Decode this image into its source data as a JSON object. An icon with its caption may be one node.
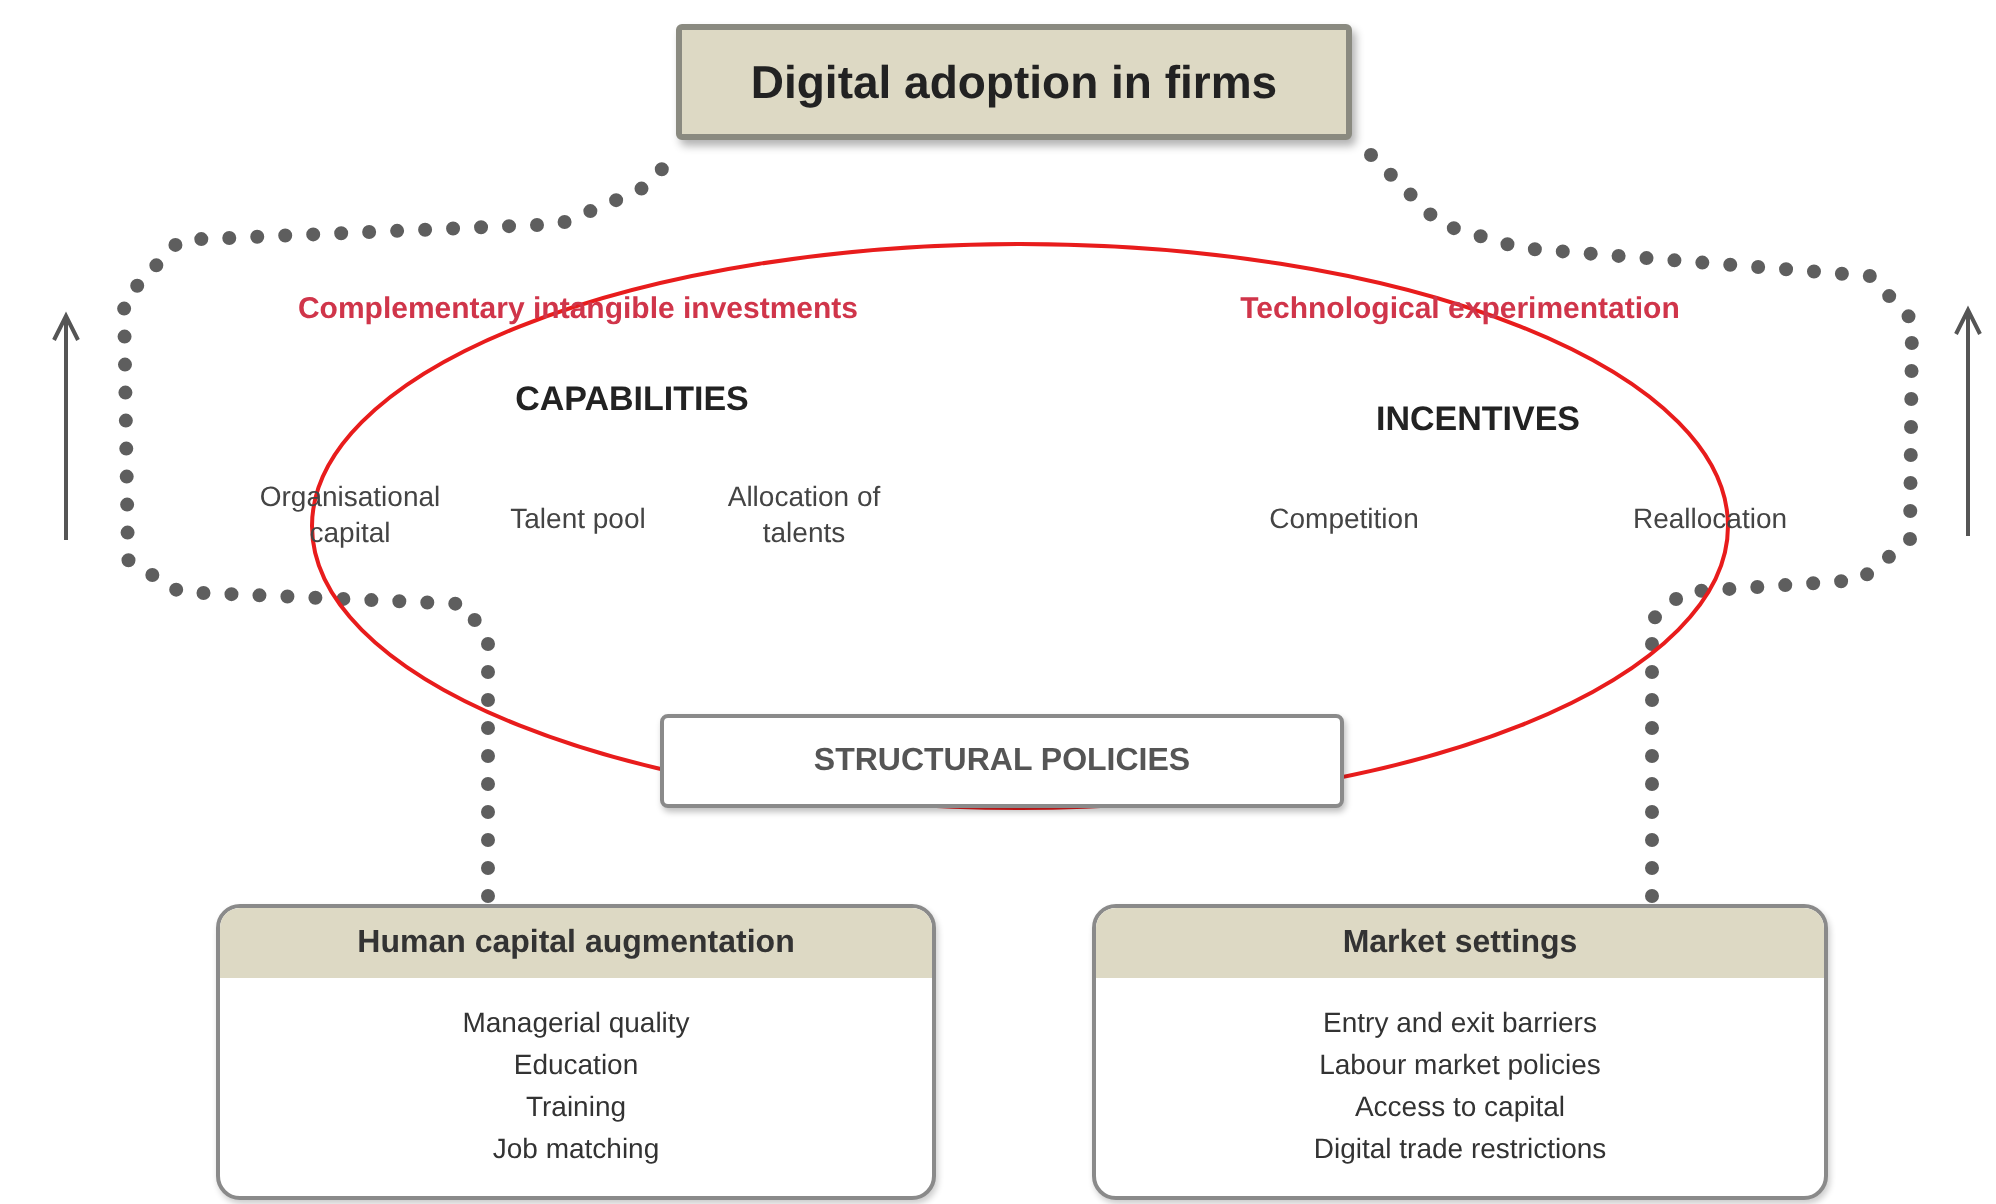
{
  "diagram": {
    "nodes": [
      {
        "text": [
          "Digital adoption in firms"
        ]
      },
      {
        "text": [
          "Human capital augmentation",
          "Managerial quality",
          "Education",
          "Training",
          "Job matching"
        ]
      },
      {
        "text": [
          "Market settings",
          "Entry and exit barriers",
          "Labour market policies",
          "Access to capital",
          "Digital trade restrictions"
        ]
      },
      {
        "text": [
          "STRUCTURAL POLICIES"
        ]
      }
    ],
    "edges": [
      {
        "from": 1,
        "to": 0,
        "arrow": "none",
        "style": "dashed"
      },
      {
        "from": 2,
        "to": 0,
        "arrow": "none",
        "style": "dashed"
      }
    ],
    "labels": [
      "Complementary intangible investments",
      "Technological experimentation",
      "CAPABILITIES",
      "INCENTIVES",
      "Organisational capital",
      "Talent pool",
      "Allocation of talents",
      "Competition",
      "Reallocation"
    ]
  }
}
